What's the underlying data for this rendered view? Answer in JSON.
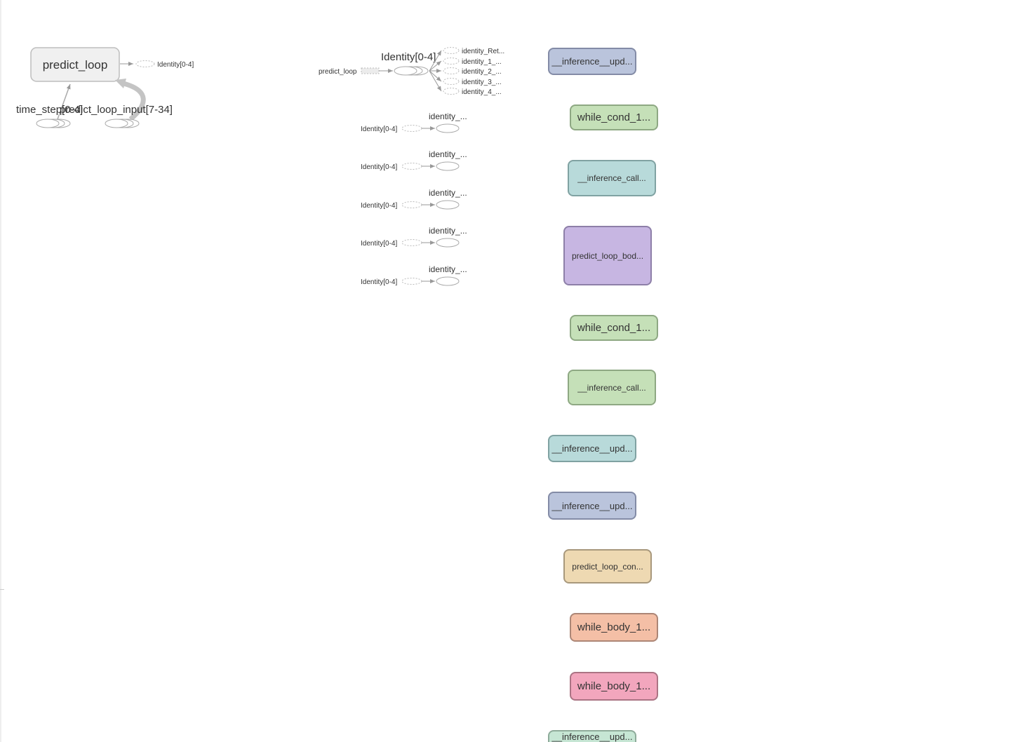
{
  "main_graph": {
    "node_label": "predict_loop",
    "output_label": "Identity[0-4]",
    "inputs": [
      "time_step[0-4]",
      "predict_loop_input[7-34]"
    ]
  },
  "identity_group": {
    "title": "Identity[0-4]",
    "source_label": "predict_loop",
    "outputs": [
      "identity_Ret...",
      "identity_1_...",
      "identity_2_...",
      "identity_3_...",
      "identity_4_..."
    ]
  },
  "identity_rows": [
    {
      "input": "Identity[0-4]",
      "output": "identity_..."
    },
    {
      "input": "Identity[0-4]",
      "output": "identity_..."
    },
    {
      "input": "Identity[0-4]",
      "output": "identity_..."
    },
    {
      "input": "Identity[0-4]",
      "output": "identity_..."
    },
    {
      "input": "Identity[0-4]",
      "output": "identity_..."
    }
  ],
  "functions": [
    {
      "label": "__inference__upd...",
      "color": "#bac4dc",
      "border": "#838ba6"
    },
    {
      "label": "while_cond_1...",
      "color": "#c5e0b8",
      "border": "#8ea883"
    },
    {
      "label": "__inference_call...",
      "color": "#b8dada",
      "border": "#80a2a2"
    },
    {
      "label": "predict_loop_bod...",
      "color": "#c7b6e2",
      "border": "#8d7fa8"
    },
    {
      "label": "while_cond_1...",
      "color": "#c5e0b8",
      "border": "#8ea883"
    },
    {
      "label": "__inference_call...",
      "color": "#c5e0b8",
      "border": "#8ea883"
    },
    {
      "label": "__inference__upd...",
      "color": "#b8dada",
      "border": "#80a2a2"
    },
    {
      "label": "__inference__upd...",
      "color": "#bac4dc",
      "border": "#838ba6"
    },
    {
      "label": "predict_loop_con...",
      "color": "#eed9b2",
      "border": "#a8987c"
    },
    {
      "label": "while_body_1...",
      "color": "#f4bfa6",
      "border": "#ac8676"
    },
    {
      "label": "while_body_1...",
      "color": "#f2a6bd",
      "border": "#ab7484"
    },
    {
      "label": "__inference__upd...",
      "color": "#c6e6d4",
      "border": "#8eab9a"
    }
  ]
}
